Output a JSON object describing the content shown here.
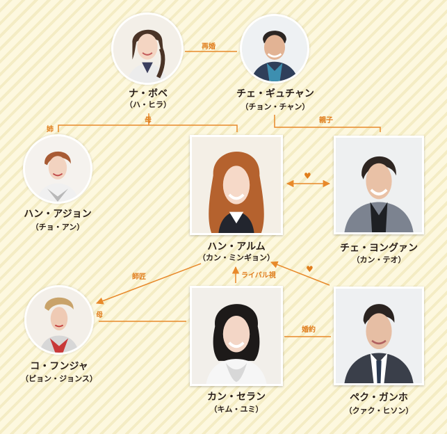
{
  "colors": {
    "line": "#e8892a",
    "text": "#2a1f1a",
    "bg": "#fdf9e4"
  },
  "characters": [
    {
      "id": "na-bobe",
      "name": "ナ・ボベ",
      "actor": "（ハ・ヒラ）"
    },
    {
      "id": "choi-gyuchan",
      "name": "チェ・ギュチャン",
      "actor": "（チョン・チャン）"
    },
    {
      "id": "han-ajon",
      "name": "ハン・アジョン",
      "actor": "（チョ・アン）"
    },
    {
      "id": "han-arum",
      "name": "ハン・アルム",
      "actor": "（カン・ミンギョン）"
    },
    {
      "id": "choi-yongwan",
      "name": "チェ・ヨングァン",
      "actor": "（カン・テオ）"
    },
    {
      "id": "ko-funja",
      "name": "コ・フンジャ",
      "actor": "（ピョン・ジョンス）"
    },
    {
      "id": "kang-seran",
      "name": "カン・セラン",
      "actor": "（キム・ユミ）"
    },
    {
      "id": "baek-ganho",
      "name": "ペク・ガンホ",
      "actor": "（クァク・ヒソン）"
    }
  ],
  "relations": {
    "remarriage": "再婚",
    "mother_top": "母",
    "older_sister": "姉",
    "parent_child": "親子",
    "heart": "♥",
    "mentor": "師匠",
    "rival": "ライバル視",
    "mother_bottom": "母",
    "engagement": "婚約"
  }
}
